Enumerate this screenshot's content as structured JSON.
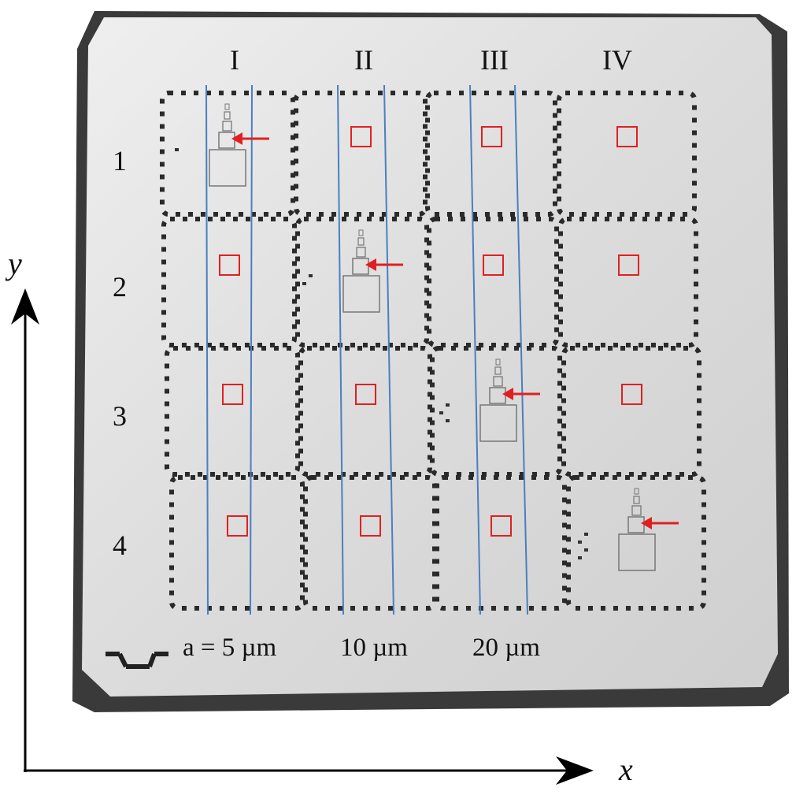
{
  "columns": [
    "I",
    "II",
    "III",
    "IV"
  ],
  "rows": [
    "1",
    "2",
    "3",
    "4"
  ],
  "axes": {
    "x": "x",
    "y": "y"
  },
  "scale_labels": [
    "a = 5 µm",
    "10 µm",
    "20 µm"
  ],
  "highlighted_cells": [
    {
      "row": 1,
      "col": 1
    },
    {
      "row": 2,
      "col": 2
    },
    {
      "row": 3,
      "col": 3
    },
    {
      "row": 4,
      "col": 4
    }
  ],
  "colors": {
    "marker": "#e02020",
    "guide_line": "#4a7fc1",
    "plate": "#d9d9d9",
    "plate_edge": "#3a3a3a"
  },
  "icons": {
    "arrow": "red-arrow-icon",
    "marker": "red-square-icon",
    "structure": "stacked-squares-icon"
  }
}
